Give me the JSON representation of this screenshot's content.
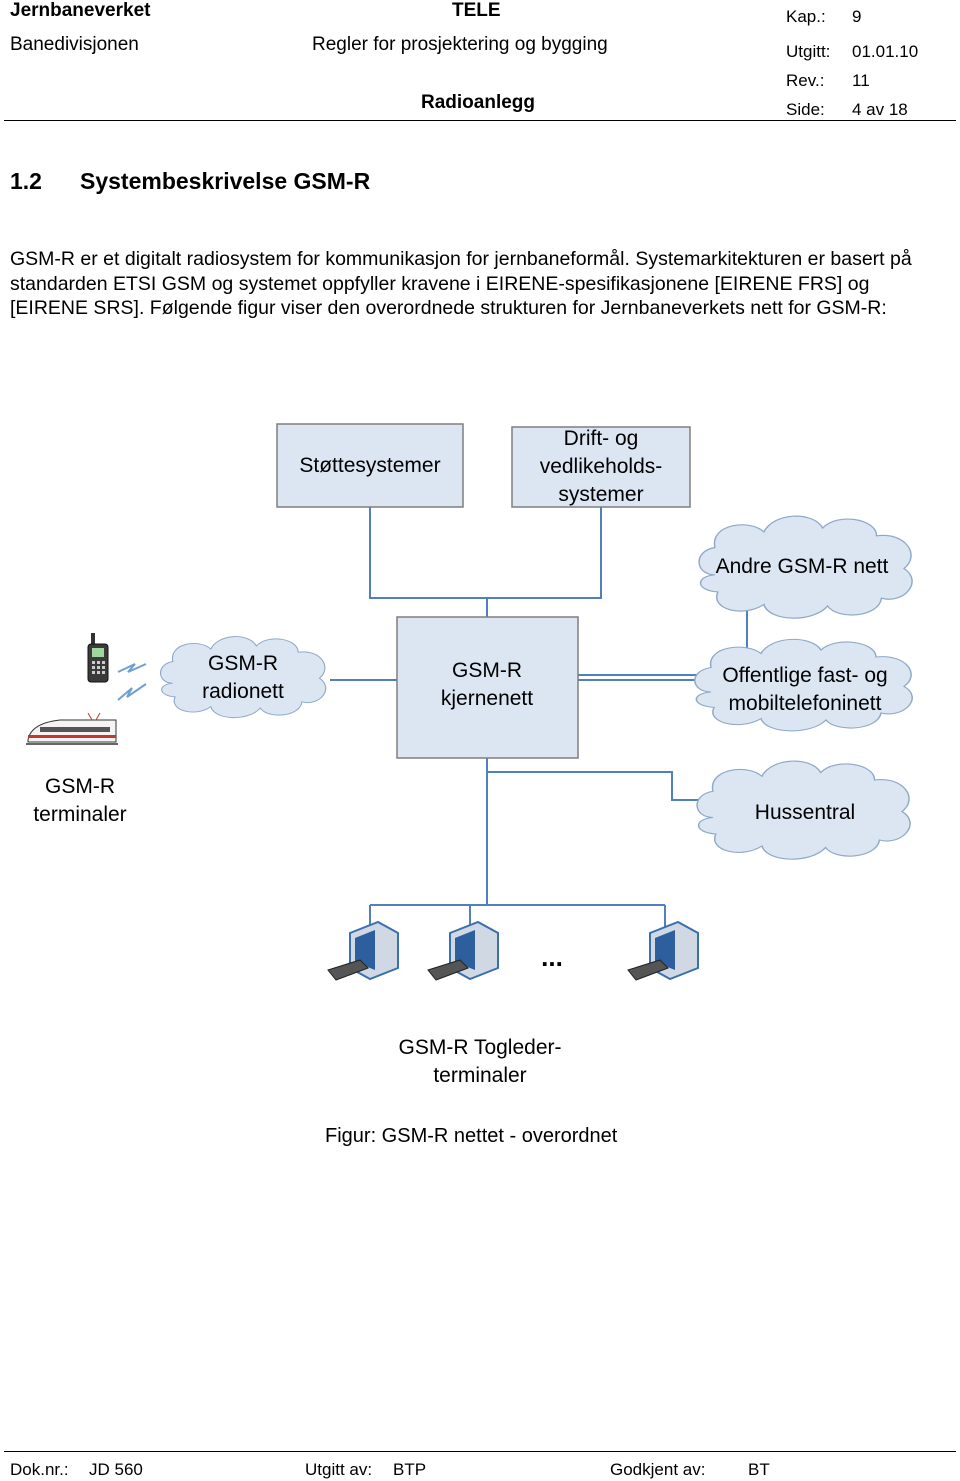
{
  "header": {
    "org": "Jernbaneverket",
    "division": "Banedivisjonen",
    "dept": "TELE",
    "doc_series": "Regler for prosjektering og bygging",
    "topic": "Radioanlegg",
    "meta": [
      {
        "label": "Kap.:",
        "value": "9"
      },
      {
        "label": "Utgitt:",
        "value": "01.01.10"
      },
      {
        "label": "Rev.:",
        "value": "11"
      },
      {
        "label": "Side:",
        "value": "4 av 18"
      }
    ]
  },
  "section": {
    "number": "1.2",
    "title": "Systembeskrivelse GSM-R",
    "paragraph": "GSM-R er et digitalt radiosystem for kommunikasjon for jernbaneformål. Systemarkitekturen er basert på standarden ETSI GSM og systemet oppfyller kravene i EIRENE-spesifikasjonene [EIRENE FRS] og [EIRENE SRS]. Følgende figur viser den overordnede strukturen for Jernbaneverkets nett for GSM-R:"
  },
  "figure": {
    "boxes": {
      "support": "Støttesystemer",
      "maint": [
        "Drift- og",
        "vedlikeholds-",
        "systemer"
      ],
      "core": [
        "GSM-R",
        "kjernenett"
      ]
    },
    "clouds": {
      "other_nets": "Andre GSM-R nett",
      "radio_net": [
        "GSM-R",
        "radionett"
      ],
      "public_net": [
        "Offentlige fast- og",
        "mobiltelefoninett"
      ],
      "exchange": "Hussentral"
    },
    "terminals_label": [
      "GSM-R",
      "terminaler"
    ],
    "dispatcher_label": [
      "GSM-R Togleder-",
      "terminaler"
    ],
    "ellipsis": "...",
    "caption": "Figur: GSM-R nettet - overordnet"
  },
  "colors": {
    "box_fill": "#DCE6F2",
    "box_border": "#7F7F7F",
    "line": "#4F81BD",
    "cloud_fill": "#DCE6F2",
    "cloud_border": "#8EA9C8"
  },
  "footer": {
    "doc_label": "Dok.nr.:",
    "doc_value": "JD 560",
    "issued_label": "Utgitt av:",
    "issued_value": "BTP",
    "approved_label": "Godkjent av:",
    "approved_value": "BT"
  }
}
